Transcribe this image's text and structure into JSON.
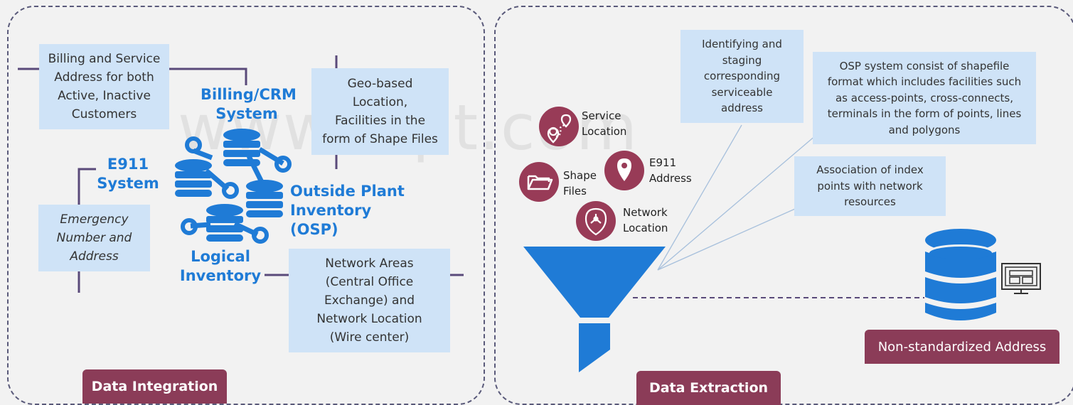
{
  "watermark": "www.           apt.com",
  "integration": {
    "tag": "Data Integration",
    "billing_box": "Billing and Service\nAddress for both\nActive, Inactive\nCustomers",
    "billing_label": "Billing/CRM\nSystem",
    "geo_box": "Geo-based\nLocation,\nFacilities in the\nform of Shape Files",
    "e911_label": "E911\nSystem",
    "emergency_box": "Emergency\nNumber and\nAddress",
    "osp_label": "Outside Plant\nInventory (OSP)",
    "logical_label": "Logical\nInventory",
    "network_box": "Network Areas\n(Central Office\nExchange) and\nNetwork Location\n(Wire center)"
  },
  "extraction": {
    "tag": "Data Extraction",
    "identify_box": "Identifying and\nstaging\ncorresponding\nserviceable\naddress",
    "osp_box": "OSP system consist of shapefile\nformat which includes facilities such\nas access-points, cross-connects,\nterminals in the form of points, lines\nand polygons",
    "assoc_box": "Association of index\npoints with network\nresources",
    "service_location": "Service\nLocation",
    "shape_files": "Shape\nFiles",
    "e911_address": "E911\nAddress",
    "network_location": "Network\nLocation",
    "nonstd_tag": "Non-standardized Address",
    "icons": [
      "route-pin-icon",
      "folder-icon",
      "map-pin-icon",
      "network-pin-icon",
      "funnel-icon",
      "database-icon",
      "monitor-icon"
    ]
  },
  "colors": {
    "blue": "#1f7bd6",
    "maroon": "#8b3c58",
    "box": "#cfe3f7",
    "line": "#5a4a7a"
  }
}
